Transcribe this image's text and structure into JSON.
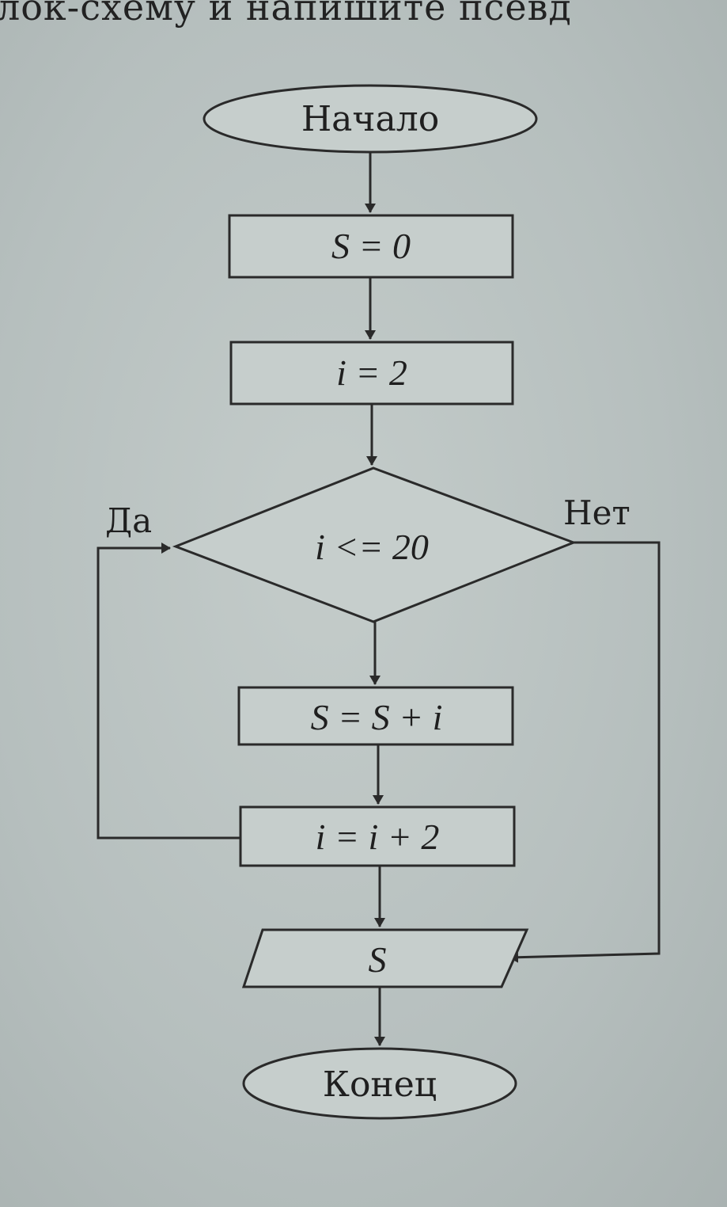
{
  "page": {
    "heading": "лок-схему и напишите псевд"
  },
  "flowchart": {
    "start": "Начало",
    "init_s": "S = 0",
    "init_i": "i = 2",
    "condition": "i <= 20",
    "branch_yes": "Да",
    "branch_no": "Нет",
    "body_sum": "S = S + i",
    "body_inc": "i = i + 2",
    "output": "S",
    "end": "Конец"
  }
}
